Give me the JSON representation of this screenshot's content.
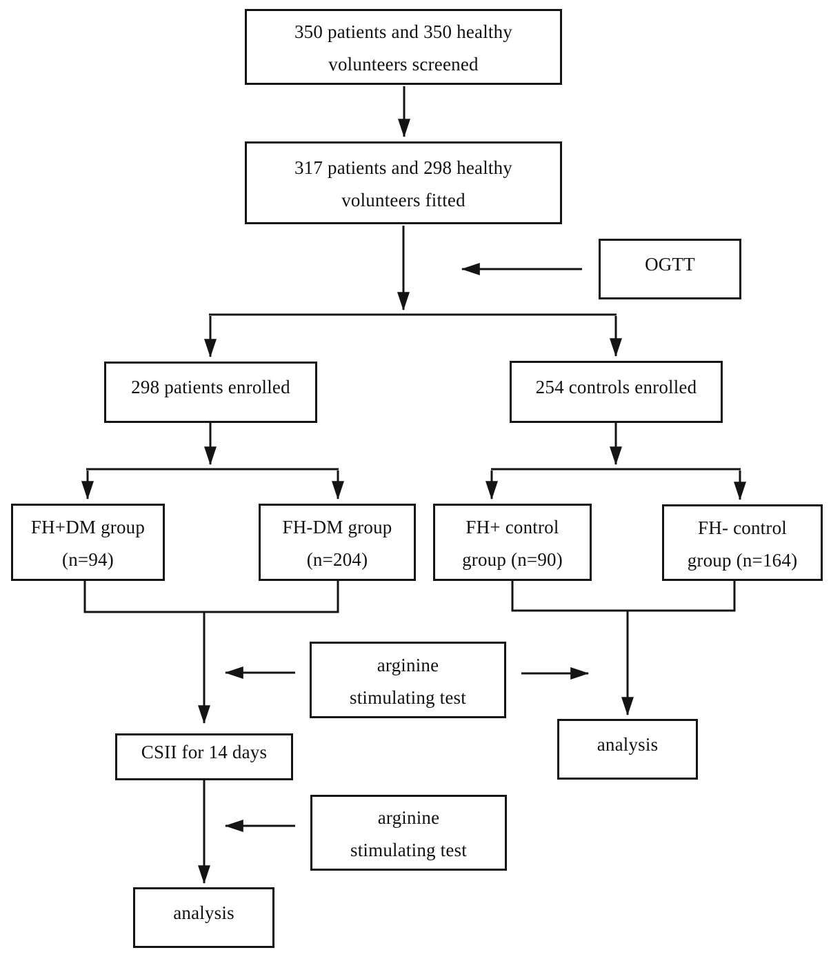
{
  "diagram": {
    "type": "flowchart",
    "colors": {
      "line": "#141414",
      "box_border": "#141414",
      "text": "#111111",
      "background": "#ffffff"
    },
    "nodes": {
      "screened": {
        "line1": "350 patients and 350 healthy",
        "line2": "volunteers screened"
      },
      "fitted": {
        "line1": "317 patients and 298 healthy",
        "line2": "volunteers fitted"
      },
      "ogtt": {
        "label": "OGTT"
      },
      "patients_enrolled": {
        "label": "298 patients enrolled"
      },
      "controls_enrolled": {
        "label": "254 controls enrolled"
      },
      "fh_pos_dm": {
        "line1": "FH+DM group",
        "line2": "(n=94)"
      },
      "fh_neg_dm": {
        "line1": "FH-DM group",
        "line2": "(n=204)"
      },
      "fh_pos_ctrl": {
        "line1": "FH+ control",
        "line2": "group (n=90)"
      },
      "fh_neg_ctrl": {
        "line1": "FH- control",
        "line2": "group (n=164)"
      },
      "arginine_test_1": {
        "line1": "arginine",
        "line2": "stimulating test"
      },
      "analysis_controls": {
        "label": "analysis"
      },
      "csii": {
        "label": "CSII for 14 days"
      },
      "arginine_test_2": {
        "line1": "arginine",
        "line2": "stimulating test"
      },
      "analysis_patients": {
        "label": "analysis"
      }
    }
  }
}
